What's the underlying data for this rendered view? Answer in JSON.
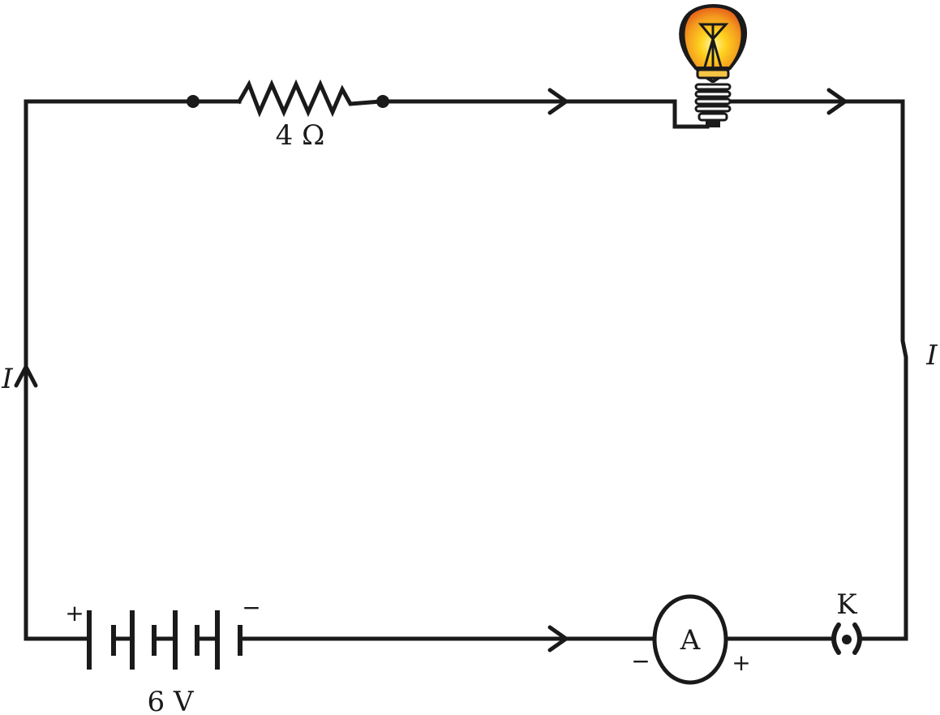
{
  "labels": {
    "resistor": "4 Ω",
    "battery": "6 V",
    "battery_plus": "+",
    "battery_minus": "−",
    "ammeter": "A",
    "ammeter_minus": "−",
    "ammeter_plus": "+",
    "key": "K",
    "current_left": "I",
    "current_right": "I"
  },
  "colors": {
    "wire": "#1a1a1a",
    "bulb_glow_outer": "#e8641a",
    "bulb_glow_inner": "#ffd21f"
  }
}
